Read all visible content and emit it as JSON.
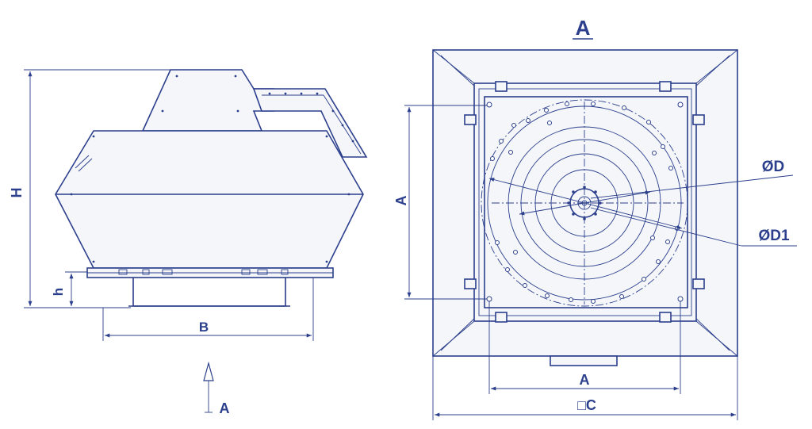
{
  "labels": {
    "side_height": "H",
    "side_base_height": "h",
    "side_base_width": "B",
    "view_arrow": "A",
    "top_view_title": "A",
    "top_vertical_dim": "A",
    "top_horizontal_dim": "A",
    "outer_dim": "□C",
    "diameter_d": "ØD",
    "diameter_d1": "ØD1"
  },
  "colors": {
    "line": "#2b3f8c",
    "background": "#ffffff"
  }
}
